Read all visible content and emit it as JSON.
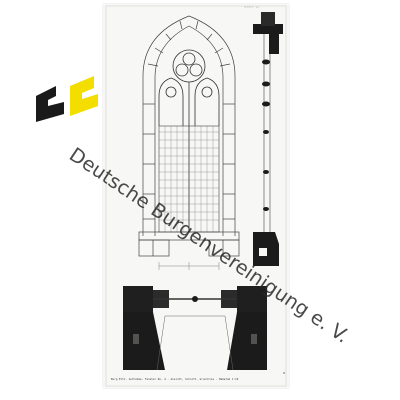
{
  "sheet": {
    "caption": "Burg Eltz. Aufnahme. Fenster No. 4 - Ansicht, Schnitt, Grundriss - Maßstab 1:10",
    "top_note": "Blatt 12",
    "sheet_number": "8"
  },
  "watermark": {
    "text": "Deutsche Burgenvereinigung e. V."
  },
  "brand": {
    "logo_black": "#1a1a1a",
    "logo_yellow": "#f3de00"
  }
}
